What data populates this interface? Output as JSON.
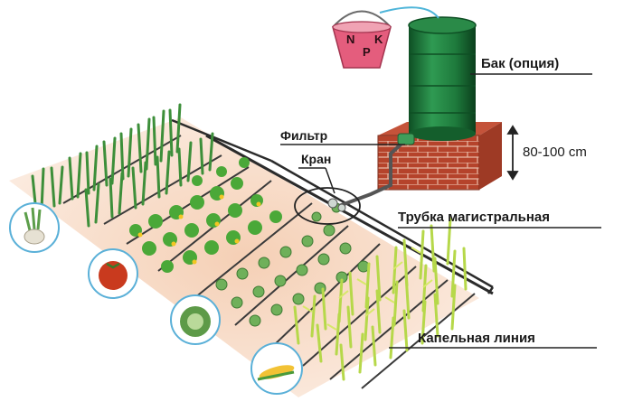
{
  "labels": {
    "tank": "Бак (опция)",
    "filter": "Фильтр",
    "valve": "Кран",
    "height": "80-100 cm",
    "main_pipe": "Трубка магистральная",
    "drip_line": "Капельная линия"
  },
  "bucket_letters": {
    "n": "N",
    "p": "P",
    "k": "K"
  },
  "crops": [
    "onion",
    "tomato",
    "cabbage",
    "corn"
  ],
  "colors": {
    "tank_green": "#1e7a3c",
    "brick": "#b5432b",
    "soil": "#f6d9c4",
    "pipe": "#333333",
    "bucket": "#e45d7d"
  }
}
